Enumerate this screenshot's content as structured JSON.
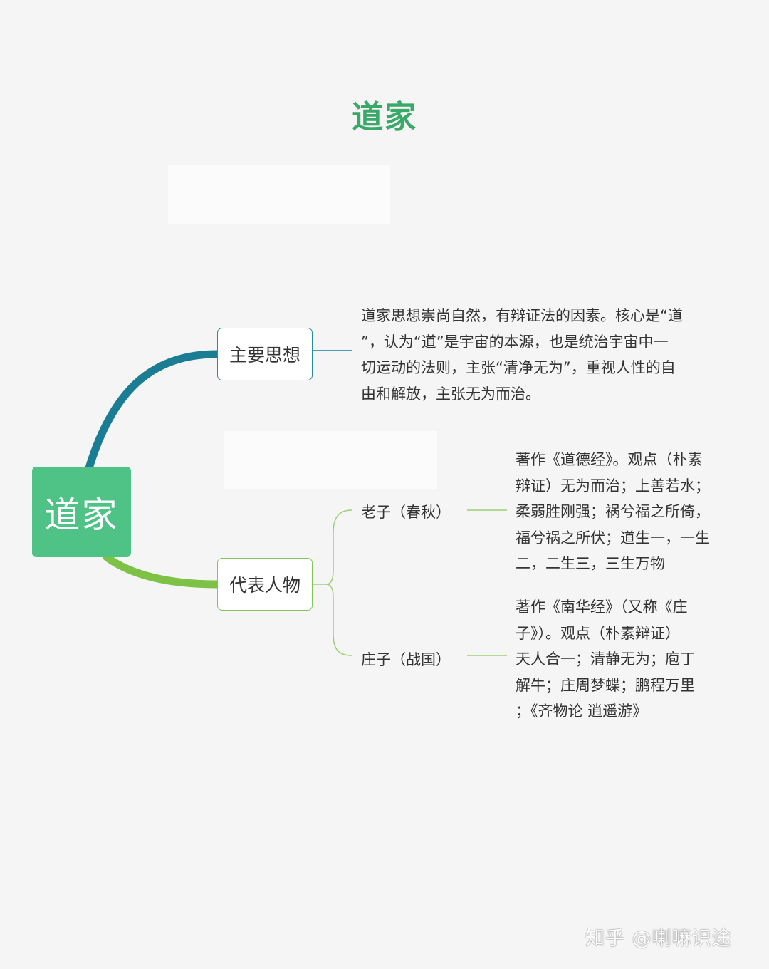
{
  "title": "道家",
  "colors": {
    "title": "#3aa868",
    "root_fill": "#4fc286",
    "branch_blue": "#1b7d94",
    "branch_green": "#7dc244",
    "node_border_blue": "#2a8aa0",
    "node_border_green": "#86c45a",
    "connector_thin_blue": "#4b9db3",
    "connector_thin_green": "#9ccf74"
  },
  "root": {
    "label": "道家"
  },
  "branches": [
    {
      "label": "主要思想",
      "description": "道家思想崇尚自然，有辩证法的因素。核心是“道\n”，认为“道”是宇宙的本源，也是统治宇宙中一\n切运动的法则，主张“清净无为”，重视人性的自\n由和解放，主张无为而治。"
    },
    {
      "label": "代表人物",
      "children": [
        {
          "label": "老子（春秋）",
          "description": "著作《道德经》。观点（朴素\n辩证）无为而治；上善若水；\n柔弱胜刚强；祸兮福之所倚，\n福兮祸之所伏；道生一，一生\n二，二生三，三生万物"
        },
        {
          "label": "庄子（战国）",
          "description": "著作《南华经》（又称《庄\n子》）。观点（朴素辩证）\n天人合一；清静无为；庖丁\n解牛；庄周梦蝶；鹏程万里\n；《齐物论 逍遥游》"
        }
      ]
    }
  ],
  "watermark": "知乎 @喇嘛识途"
}
